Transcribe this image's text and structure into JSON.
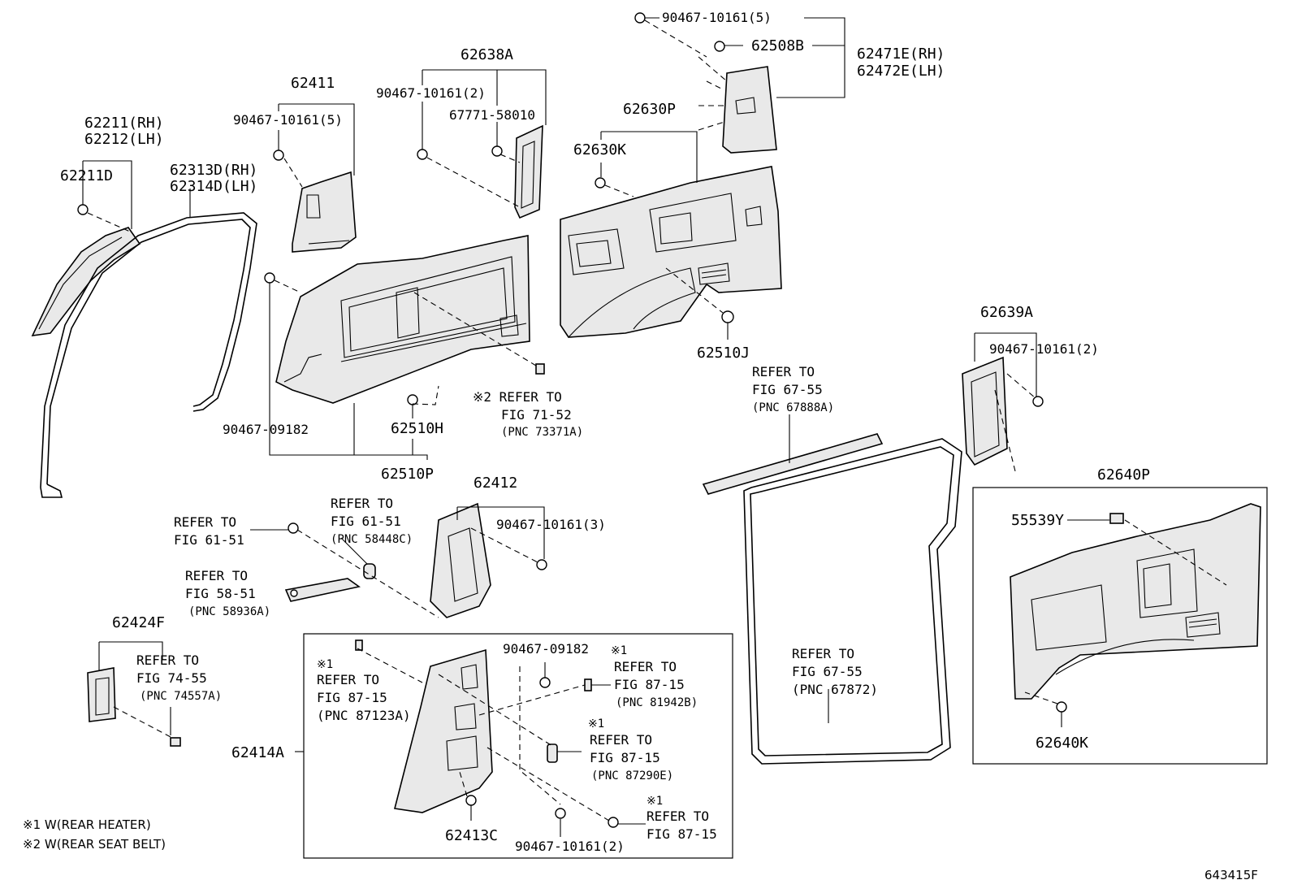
{
  "labels": {
    "p62211": "62211(RH)",
    "p62212": "62212(LH)",
    "p62211d": "62211D",
    "p62313d": "62313D(RH)",
    "p62314d": "62314D(LH)",
    "p62411": "62411",
    "b5_a": "90467-10161(5)",
    "p62638a": "62638A",
    "b2_a": "90467-10161(2)",
    "p67771": "67771-58010",
    "b5_b": "90467-10161(5)",
    "p62508b": "62508B",
    "p62471e": "62471E(RH)",
    "p62472e": "62472E(LH)",
    "p62630p": "62630P",
    "p62630k": "62630K",
    "p62510j": "62510J",
    "b09182_a": "90467-09182",
    "p62510h": "62510H",
    "p62510p": "62510P",
    "p62639a": "62639A",
    "b2_b": "90467-10161(2)",
    "p62412": "62412",
    "b3": "90467-10161(3)",
    "p62640p": "62640P",
    "p55539y": "55539Y",
    "p62640k": "62640K",
    "p62424f": "62424F",
    "p62414a": "62414A",
    "b09182_b": "90467-09182",
    "p62413c": "62413C",
    "b2_c": "90467-10161(2)",
    "catalog_id": "643415F"
  },
  "refs": {
    "r7152_l1": "※2 REFER TO",
    "r7152_l2": "FIG 71-52",
    "r7152_l3": "(PNC 73371A)",
    "r6755a_l1": "REFER TO",
    "r6755a_l2": "FIG 67-55",
    "r6755a_l3": "(PNC 67888A)",
    "r6151a_l1": "REFER TO",
    "r6151a_l2": "FIG 61-51",
    "r6151b_l1": "REFER TO",
    "r6151b_l2": "FIG 61-51",
    "r6151b_l3": "(PNC 58448C)",
    "r5851_l1": "REFER TO",
    "r5851_l2": "FIG 58-51",
    "r5851_l3": "(PNC 58936A)",
    "r7455_l1": "REFER TO",
    "r7455_l2": "FIG 74-55",
    "r7455_l3": "(PNC 74557A)",
    "r6755b_l1": "REFER TO",
    "r6755b_l2": "FIG 67-55",
    "r6755b_l3": "(PNC 67872)",
    "r8715a_mark": "※1",
    "r8715a_l1": "REFER TO",
    "r8715a_l2": "FIG 87-15",
    "r8715a_l3": "(PNC 87123A)",
    "r8715b_mark": "※1",
    "r8715b_l1": "REFER TO",
    "r8715b_l2": "FIG 87-15",
    "r8715b_l3": "(PNC 81942B)",
    "r8715c_mark": "※1",
    "r8715c_l1": "REFER TO",
    "r8715c_l2": "FIG 87-15",
    "r8715c_l3": "(PNC 87290E)",
    "r8715d_mark": "※1",
    "r8715d_l1": "REFER TO",
    "r8715d_l2": "FIG 87-15"
  },
  "notes": {
    "n1": "※1 W(REAR HEATER)",
    "n2": "※2 W(REAR SEAT BELT)"
  }
}
